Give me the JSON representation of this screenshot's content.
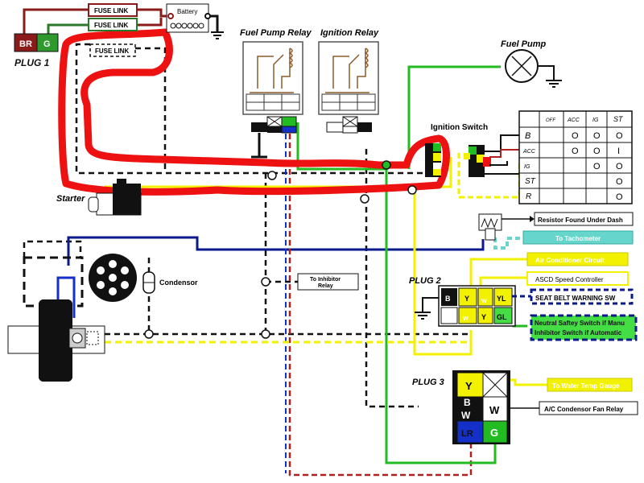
{
  "plug1": {
    "title": "PLUG 1",
    "br": "BR",
    "g": "G"
  },
  "fuse_links": [
    "FUSE LINK",
    "FUSE LINK",
    "FUSE LINK"
  ],
  "battery": "Battery",
  "relays": {
    "fuel_pump": "Fuel Pump Relay",
    "ignition": "Ignition Relay"
  },
  "fuel_pump": "Fuel Pump",
  "ignition_switch": {
    "title": "Ignition Switch",
    "columns": [
      "OFF",
      "ACC",
      "IG",
      "ST"
    ],
    "rows": [
      {
        "label": "B",
        "cells": [
          "",
          "O",
          "O",
          "O"
        ]
      },
      {
        "label": "ACC",
        "cells": [
          "",
          "O",
          "O",
          "I"
        ]
      },
      {
        "label": "IG",
        "cells": [
          "",
          "",
          "O",
          "O"
        ]
      },
      {
        "label": "ST",
        "cells": [
          "",
          "",
          "",
          "O"
        ]
      },
      {
        "label": "R",
        "cells": [
          "",
          "",
          "",
          "O"
        ]
      }
    ]
  },
  "starter": "Starter",
  "condensor": "Condensor",
  "resistor": "Resistor Found Under Dash",
  "to_tachometer": "To Tachometer",
  "to_inhibitor": {
    "line1": "To Inhibitor",
    "line2": "Relay"
  },
  "plug2": {
    "title": "PLUG 2",
    "b": "B",
    "y1": "Y",
    "w1": "W",
    "yl": "YL",
    "y2": "Y",
    "w2": "W",
    "y3": "Y",
    "gl": "GL"
  },
  "labels": {
    "air_conditioner": "Air Conditioner Circuit",
    "ascd": "ASCD Speed Controller",
    "seat_belt": "SEAT BELT WARNING SW",
    "neutral_line1": "Neutral Saftey Switch if Manu",
    "neutral_line2": "Inhibitor Switch if Automatic"
  },
  "plug3": {
    "title": "PLUG 3",
    "y": "Y",
    "b": "B",
    "w_small": "W",
    "w": "W",
    "lr": "LR",
    "g": "G"
  },
  "to_water_temp": "To Water Temp Gauge",
  "ac_fan_relay": "A/C Condensor Fan Relay",
  "colors": {
    "red_marker": "#ee1111",
    "dark_red": "#8b1a1a",
    "green": "#22bb22",
    "light_green": "#44dd44",
    "yellow": "#f2f200",
    "navy": "#0a1a8c",
    "blue": "#1530c8",
    "teal": "#66d6cc"
  }
}
